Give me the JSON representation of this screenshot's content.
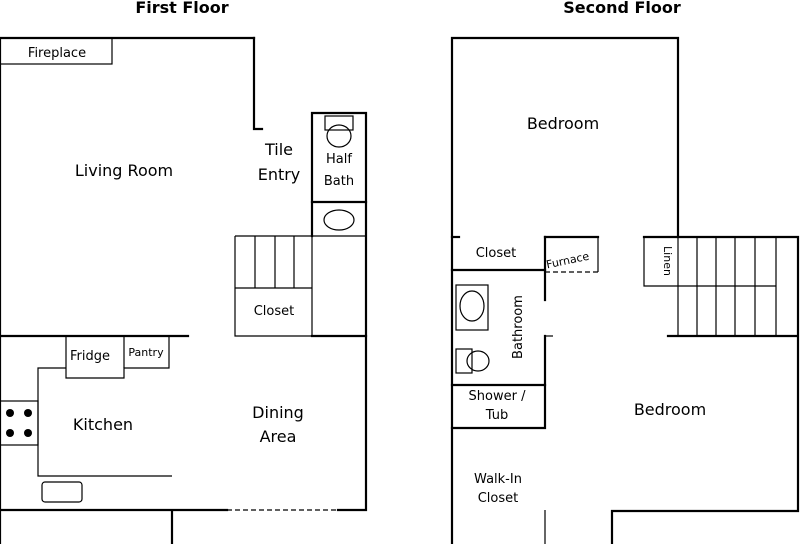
{
  "first_floor": {
    "title": "First Floor",
    "rooms": {
      "fireplace": "Fireplace",
      "living_room": "Living Room",
      "tile_entry_1": "Tile",
      "tile_entry_2": "Entry",
      "half_bath_1": "Half",
      "half_bath_2": "Bath",
      "closet": "Closet",
      "fridge": "Fridge",
      "pantry": "Pantry",
      "kitchen": "Kitchen",
      "dining_1": "Dining",
      "dining_2": "Area"
    }
  },
  "second_floor": {
    "title": "Second Floor",
    "rooms": {
      "bedroom_top": "Bedroom",
      "closet": "Closet",
      "furnace": "Furnace",
      "linen": "Linen",
      "bathroom": "Bathroom",
      "shower_1": "Shower /",
      "shower_2": "Tub",
      "bedroom_bottom": "Bedroom",
      "walkin_1": "Walk-In",
      "walkin_2": "Closet"
    }
  }
}
